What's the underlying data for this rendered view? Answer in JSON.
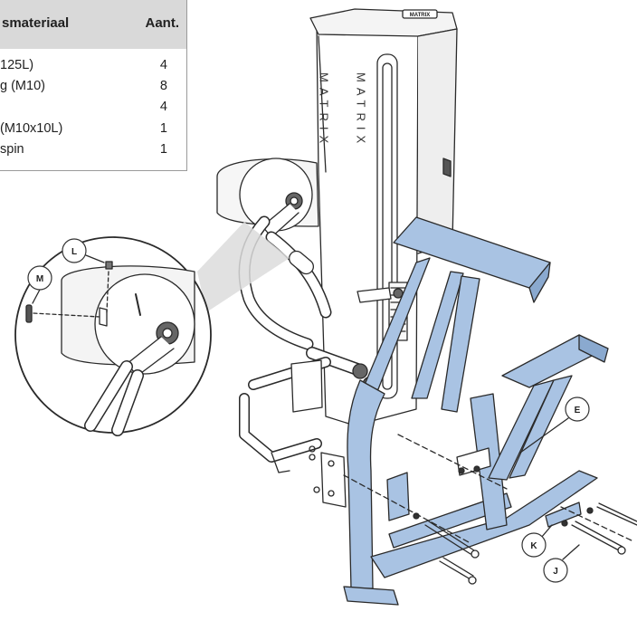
{
  "parts_table": {
    "header_name": "smateriaal",
    "header_qty": "Aant.",
    "rows": [
      {
        "name": "125L)",
        "qty": "4"
      },
      {
        "name": "g (M10)",
        "qty": "8"
      },
      {
        "name": "",
        "qty": "4"
      },
      {
        "name": "(M10x10L)",
        "qty": "1"
      },
      {
        "name": "spin",
        "qty": "1"
      }
    ]
  },
  "labels": {
    "brand_badge": "MATRIX",
    "tower_text_left": "MATRIX",
    "tower_text_right": "MATRIX"
  },
  "callouts": {
    "L": "L",
    "M": "M",
    "E": "E",
    "K": "K",
    "J": "J"
  },
  "colors": {
    "highlight_part": "#a9c3e3",
    "line": "#2a2a2a",
    "header_bg": "#d9d9d9"
  }
}
